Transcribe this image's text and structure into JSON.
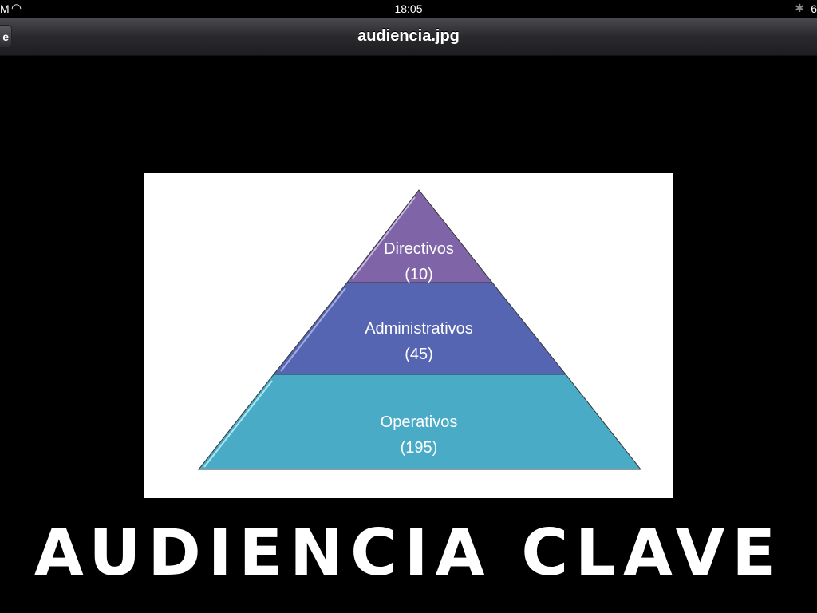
{
  "status_bar": {
    "carrier": "M",
    "time": "18:05",
    "battery": "6"
  },
  "nav": {
    "back_label": "e",
    "title": "audiencia.jpg"
  },
  "pyramid": {
    "tiers": [
      {
        "label": "Directivos",
        "count": "(10)",
        "color": "#8064a8"
      },
      {
        "label": "Administrativos",
        "count": "(45)",
        "color": "#5565b2"
      },
      {
        "label": "Operativos",
        "count": "(195)",
        "color": "#4aabc6"
      }
    ]
  },
  "caption": "AUDIENCIA CLAVE"
}
